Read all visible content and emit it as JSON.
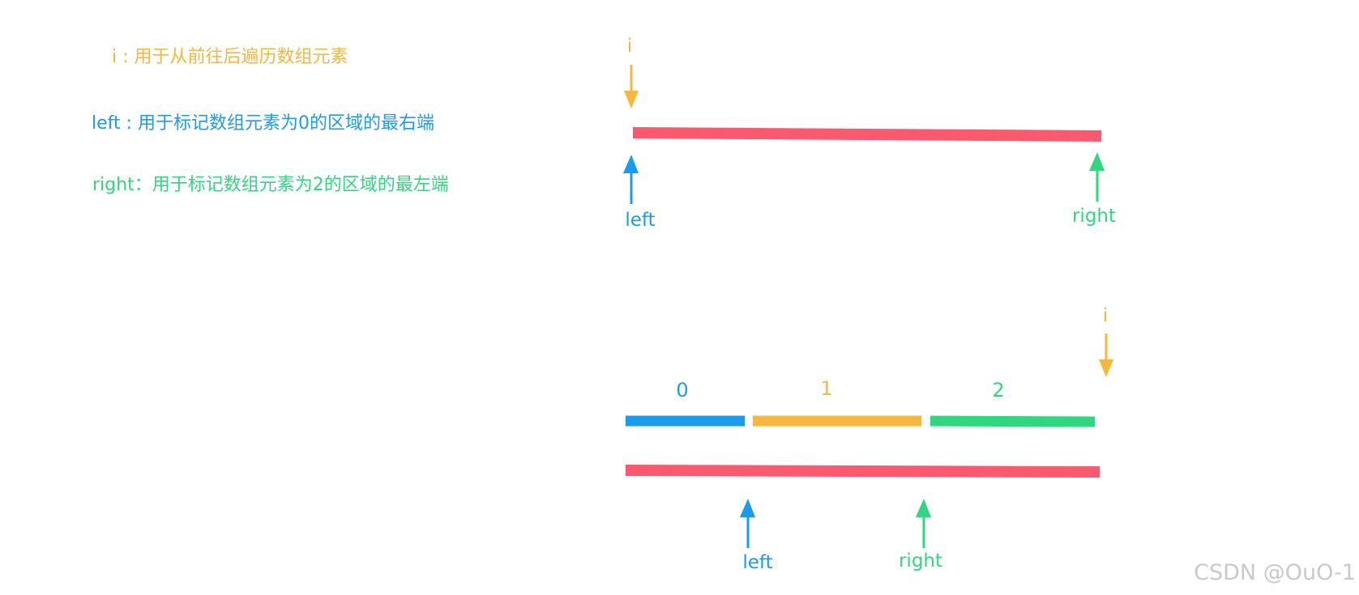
{
  "legend": {
    "i_text": "i : 用于从前往后遍历数组元素",
    "left_text": "left : 用于标记数组元素为0的区域的最右端",
    "right_text": "right：用于标记数组元素为2的区域的最左端"
  },
  "diagram1": {
    "i_label": "i",
    "left_label": "left",
    "right_label": "right"
  },
  "diagram2": {
    "i_label": "i",
    "segments": [
      "0",
      "1",
      "2"
    ],
    "left_label": "left",
    "right_label": "right"
  },
  "watermark": "CSDN @OuO-1",
  "colors": {
    "i": "#f7b73a",
    "left": "#1a9cee",
    "right": "#2fd87f",
    "array": "#fb5a6e",
    "seg0": "#1a9cee",
    "seg1": "#f7b73a",
    "seg2": "#2fd87f",
    "watermark": "#c9c9c9"
  }
}
